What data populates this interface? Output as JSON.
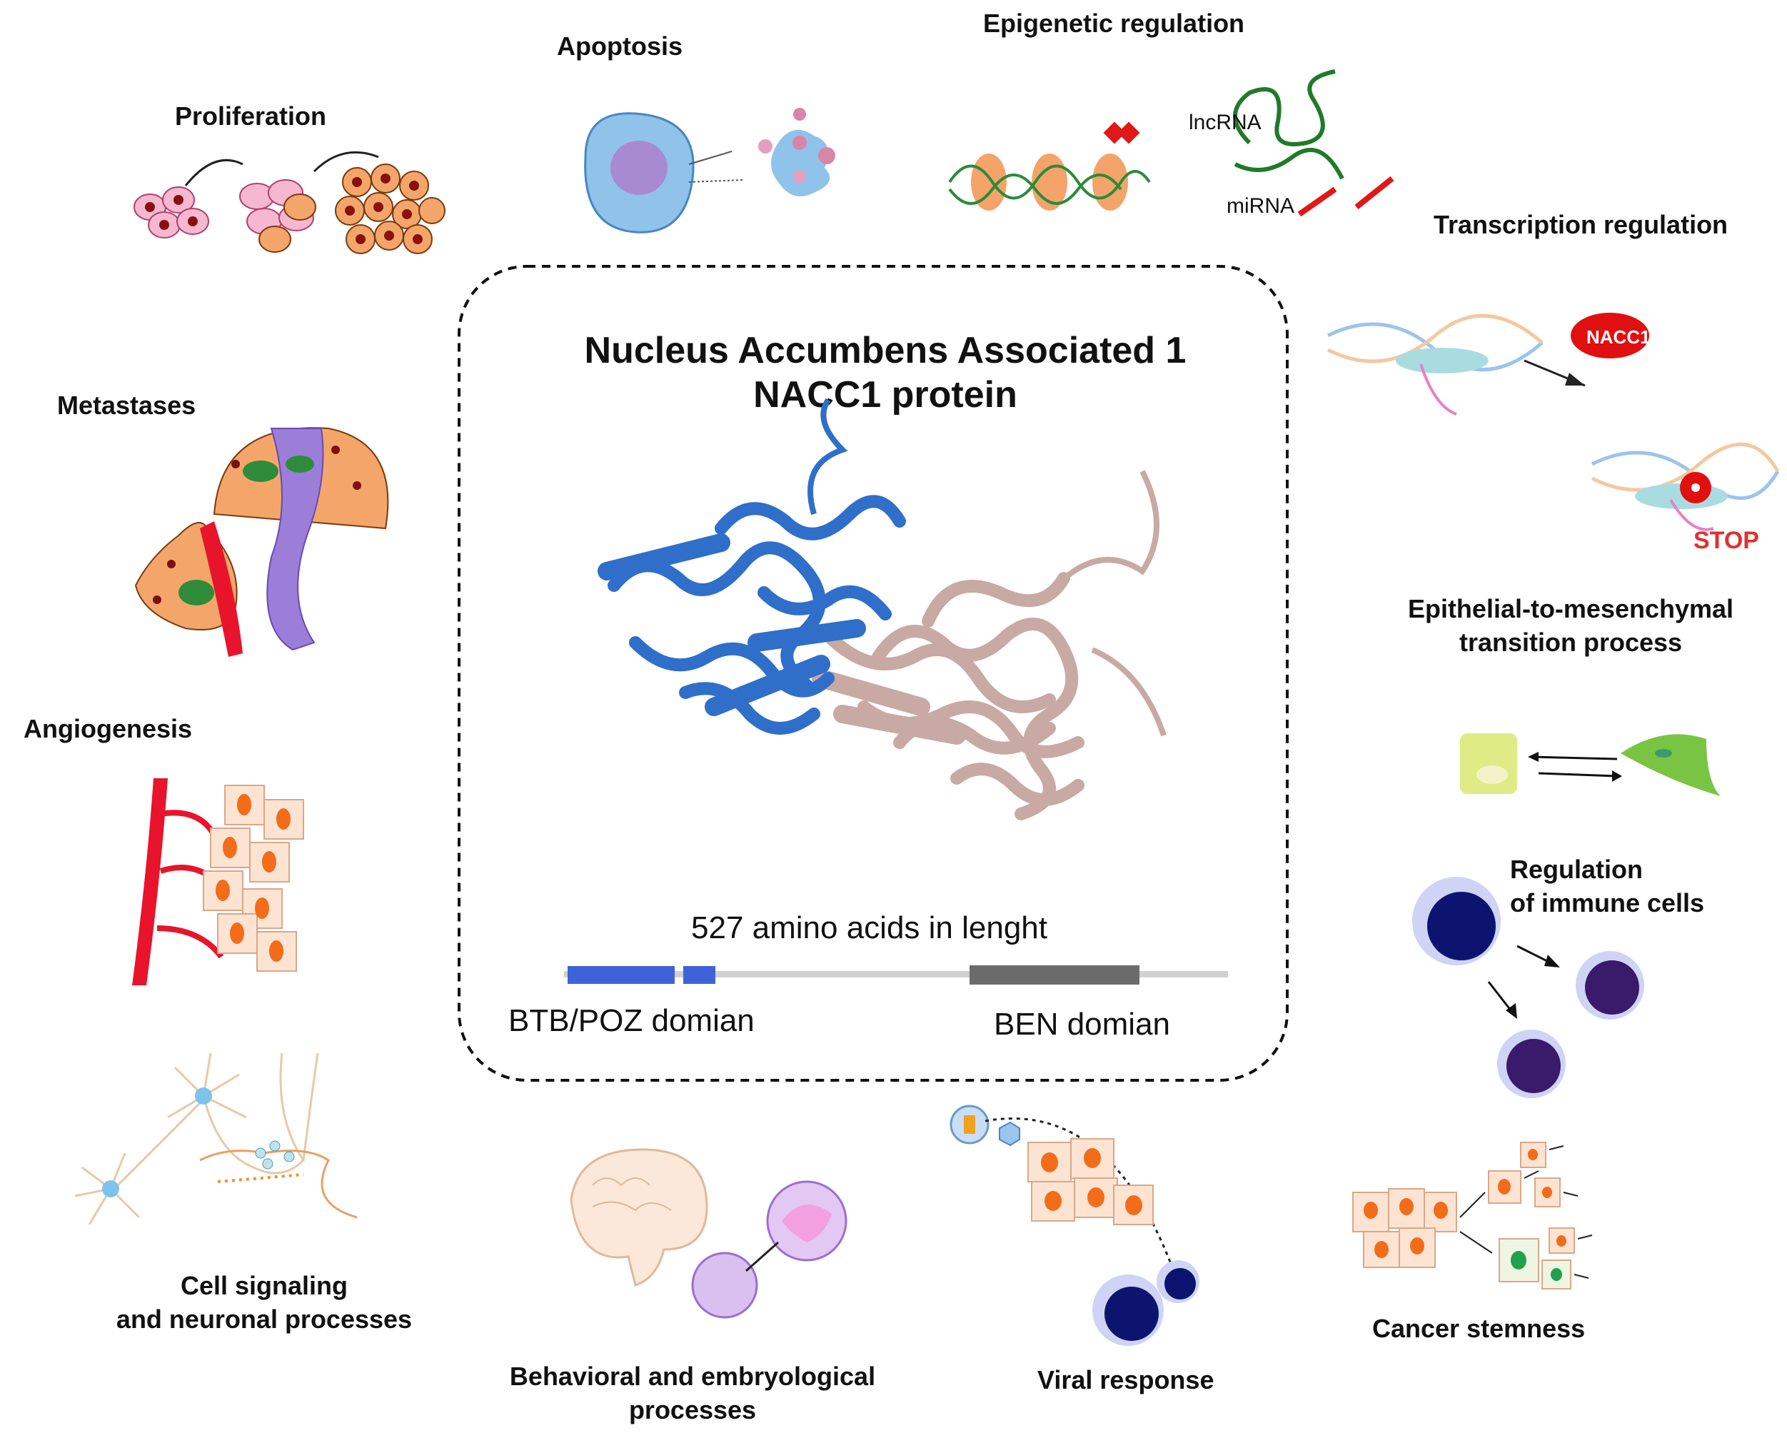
{
  "center": {
    "title_line1": "Nucleus Accumbens Associated 1",
    "title_line2": "NACC1 protein",
    "length_text": "527 amino acids in lenght",
    "domain_left": "BTB/POZ domian",
    "domain_right": "BEN domian"
  },
  "processes": {
    "apoptosis": "Apoptosis",
    "epigenetic": "Epigenetic regulation",
    "proliferation": "Proliferation",
    "transcription": "Transcription regulation",
    "metastases": "Metastases",
    "emt_line1": "Epithelial-to-mesenchymal",
    "emt_line2": "transition process",
    "angiogenesis": "Angiogenesis",
    "immune_line1": "Regulation",
    "immune_line2": "of immune cells",
    "signaling_line1": "Cell signaling",
    "signaling_line2": "and neuronal processes",
    "behavioral_line1": "Behavioral and embryological",
    "behavioral_line2": "processes",
    "viral": "Viral response",
    "stemness": "Cancer stemness"
  },
  "inline_labels": {
    "lncrna": "lncRNA",
    "mirna": "miRNA",
    "nacc1_badge": "NACC1",
    "stop": "STOP"
  },
  "colors": {
    "btb_domain": "#3e63d8",
    "ben_domain": "#6b6b6b",
    "protein_blue": "#2f6fc9",
    "protein_pink": "#c9a9a4",
    "vessel_red": "#e8142c",
    "immune_navy": "#0d1470"
  }
}
